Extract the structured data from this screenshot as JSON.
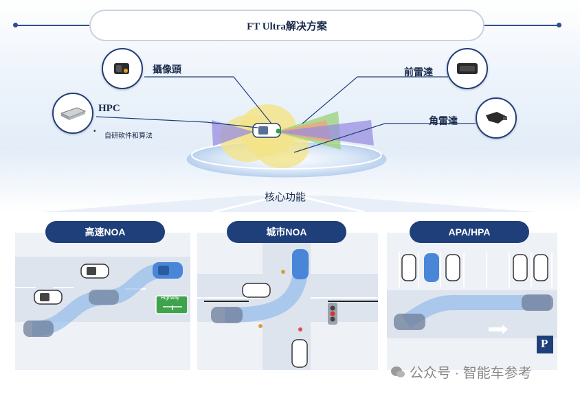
{
  "title": "FT Ultra解决方案",
  "sensors": {
    "camera": {
      "label": "攝像頭",
      "icon": "camera-icon"
    },
    "front_radar": {
      "label": "前雷達",
      "icon": "front-radar-icon"
    },
    "corner_radar": {
      "label": "角雷達",
      "icon": "corner-radar-icon"
    },
    "hpc": {
      "label": "HPC",
      "icon": "hpc-icon",
      "bullet": "自研軟件和算法"
    }
  },
  "core_label": "核心功能",
  "panels": [
    {
      "label": "高速NOA",
      "sign": "Highway"
    },
    {
      "label": "城市NOA"
    },
    {
      "label": "APA/HPA",
      "parking_sign": "P"
    }
  ],
  "watermark": "公众号 · 智能车参考",
  "colors": {
    "navy": "#1f3f7a",
    "accent": "#2f4e8c",
    "car_blue": "#4a86d8",
    "sign_green": "#3fa34d"
  }
}
